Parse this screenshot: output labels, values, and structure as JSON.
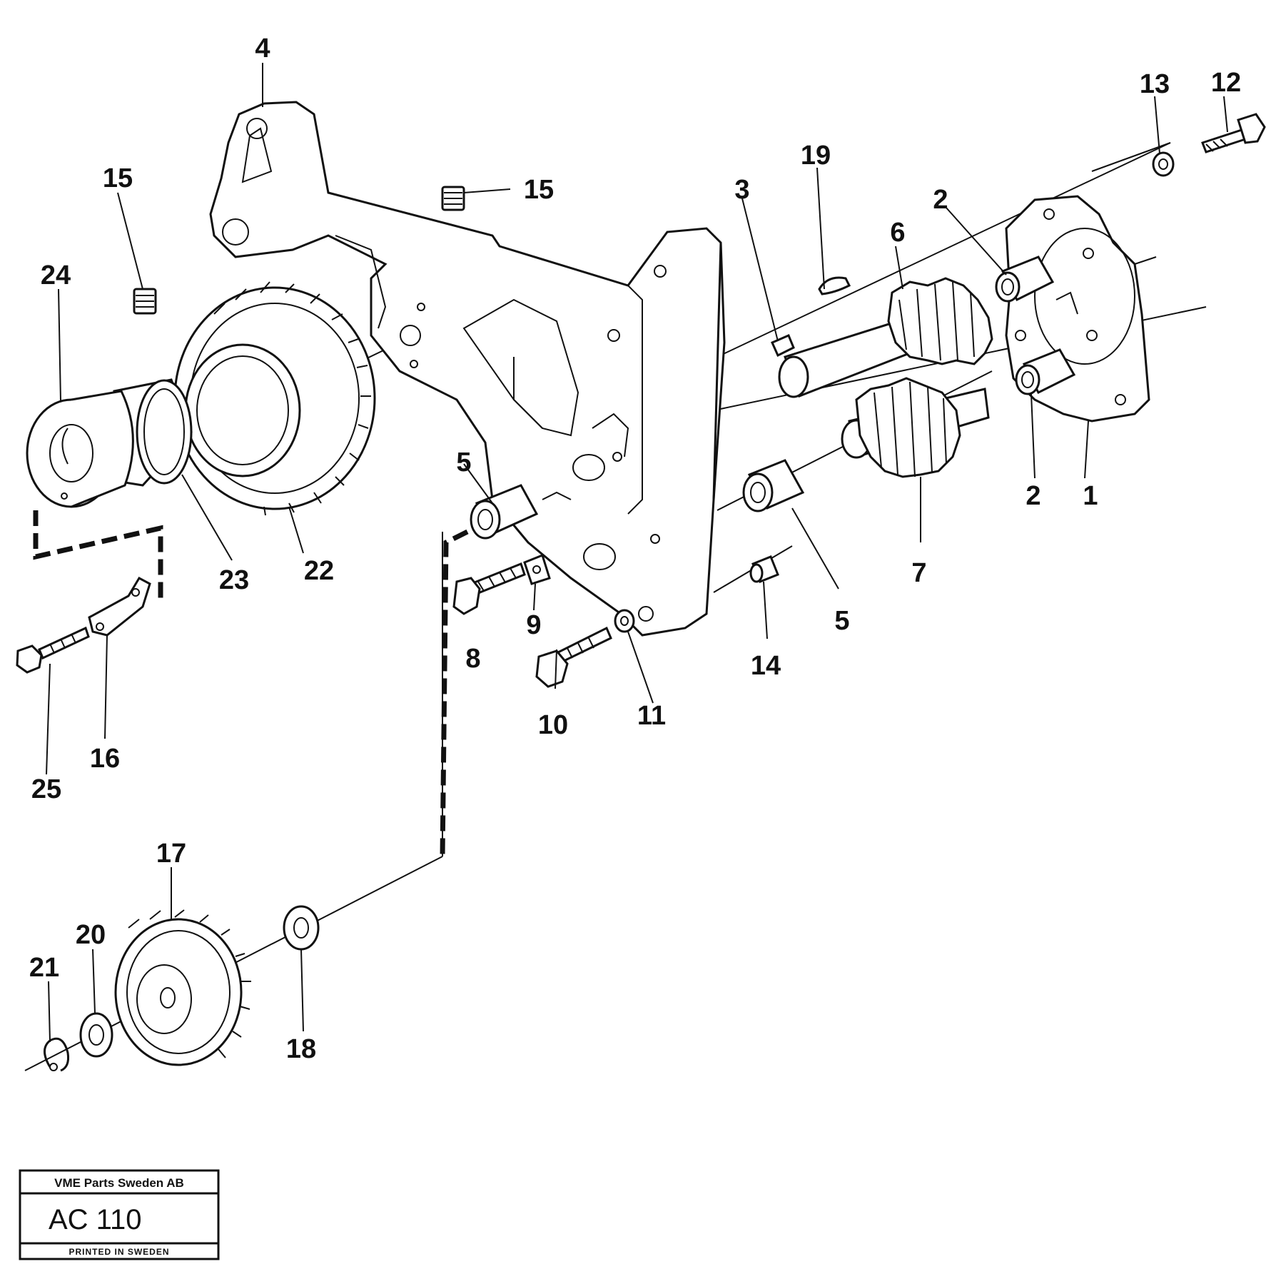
{
  "diagram": {
    "callouts": {
      "c1": "1",
      "c2a": "2",
      "c2b": "2",
      "c3": "3",
      "c4": "4",
      "c5a": "5",
      "c5b": "5",
      "c6": "6",
      "c7": "7",
      "c8": "8",
      "c9": "9",
      "c10": "10",
      "c11": "11",
      "c12": "12",
      "c13": "13",
      "c14": "14",
      "c15a": "15",
      "c15b": "15",
      "c16": "16",
      "c17": "17",
      "c18": "18",
      "c19": "19",
      "c20": "20",
      "c21": "21",
      "c22": "22",
      "c23": "23",
      "c24": "24",
      "c25": "25"
    },
    "title_box": {
      "company": "VME Parts Sweden AB",
      "code": "AC 110",
      "footer": "PRINTED IN SWEDEN"
    }
  }
}
